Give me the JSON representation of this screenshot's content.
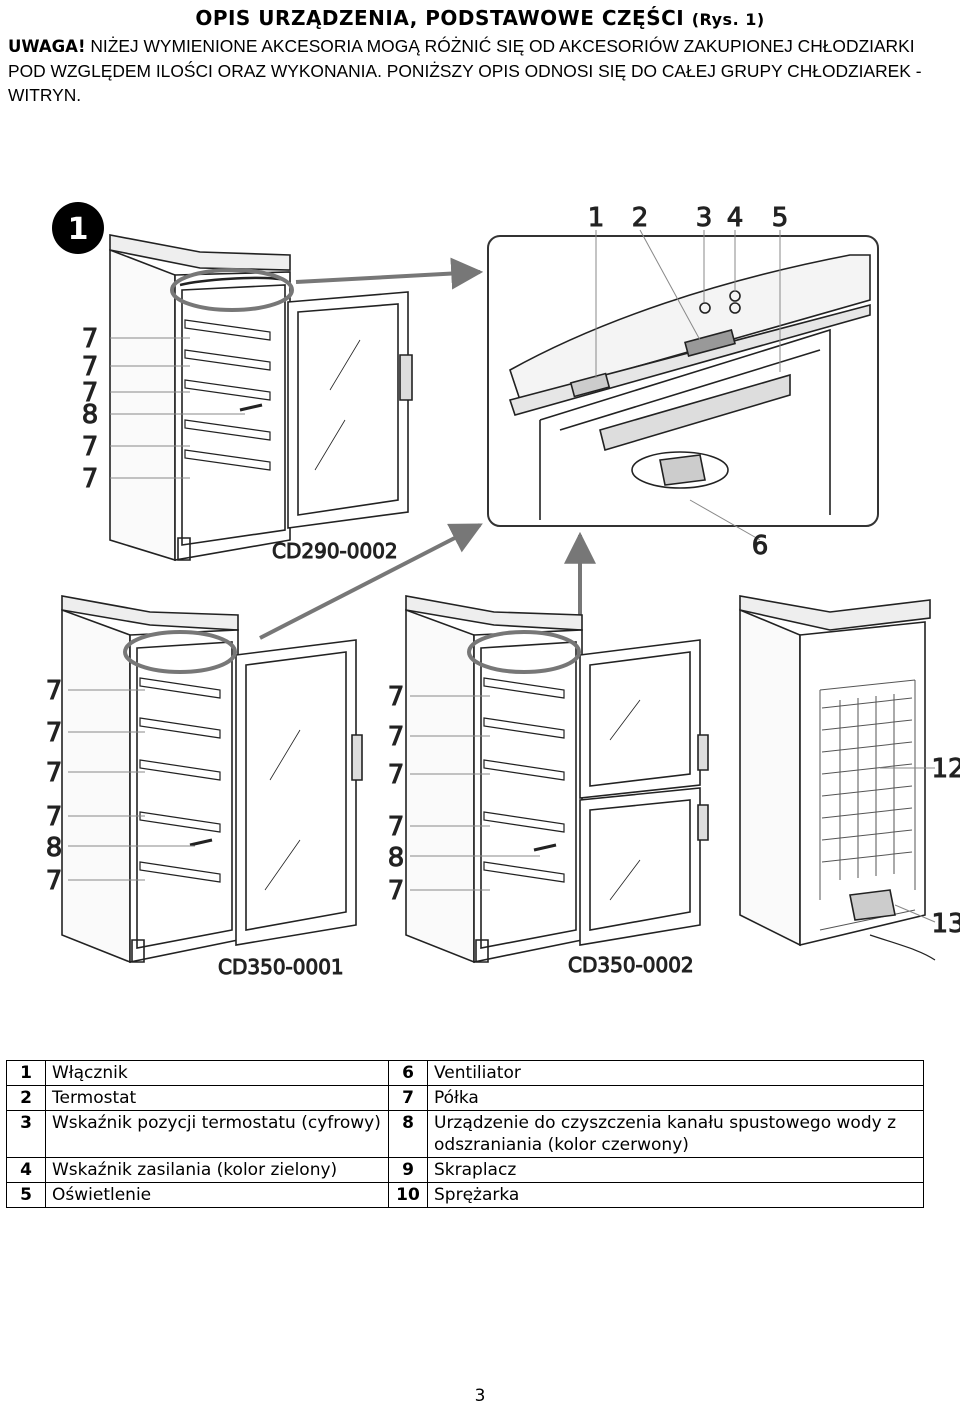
{
  "title": {
    "main": "OPIS URZĄDZENIA, PODSTAWOWE CZĘŚCI",
    "ref": "(Rys. 1)"
  },
  "intro": {
    "warning_label": "UWAGA!",
    "text": "NIŻEJ WYMIENIONE AKCESORIA MOGĄ RÓŻNIĆ SIĘ OD AKCESORIÓW ZAKUPIONEJ CHŁODZIARKI POD WZGLĘDEM ILOŚCI ORAZ WYKONANIA. PONIŻSZY OPIS ODNOSI SIĘ DO CAŁEJ GRUPY CHŁODZIAREK - WITRYN."
  },
  "figure": {
    "badge": "1",
    "models": {
      "cd290": "CD290-0002",
      "cd350a": "CD350-0001",
      "cd350b": "CD350-0002"
    },
    "detail_labels": [
      "1",
      "2",
      "3",
      "4",
      "5"
    ],
    "fan_label": "6",
    "cd290_labels": [
      "7",
      "7",
      "7",
      "8",
      "7",
      "7"
    ],
    "cd350a_labels": [
      "7",
      "7",
      "7",
      "7",
      "8",
      "7"
    ],
    "cd350b_labels": [
      "7",
      "7",
      "7",
      "7",
      "8",
      "7"
    ],
    "rear_labels": [
      "12",
      "13"
    ]
  },
  "parts": [
    {
      "ln": "1",
      "lt": "Włącznik",
      "rn": "6",
      "rt": "Ventiliator"
    },
    {
      "ln": "2",
      "lt": "Termostat",
      "rn": "7",
      "rt": "Półka"
    },
    {
      "ln": "3",
      "lt": "Wskaźnik pozycji termostatu (cyfrowy)",
      "rn": "8",
      "rt": "Urządzenie do czyszczenia kanału spustowego wody z odszraniania (kolor czerwony)"
    },
    {
      "ln": "4",
      "lt": "Wskaźnik zasilania (kolor zielony)",
      "rn": "9",
      "rt": "Skraplacz"
    },
    {
      "ln": "5",
      "lt": "Oświetlenie",
      "rn": "10",
      "rt": "Sprężarka"
    }
  ],
  "page_number": "3"
}
